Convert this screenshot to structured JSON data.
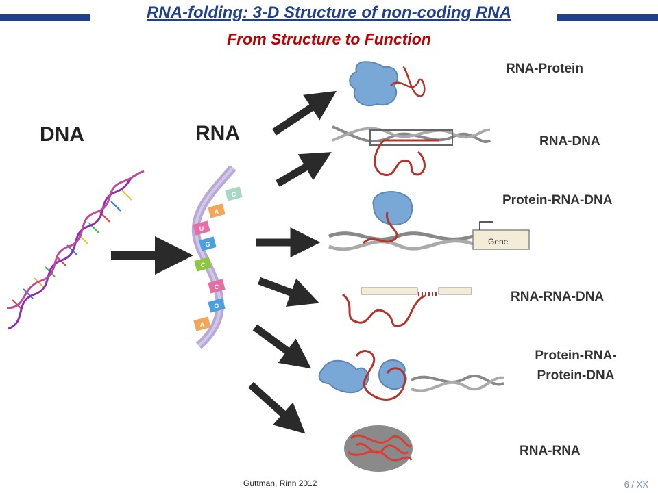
{
  "header": {
    "title": "RNA-folding: 3-D Structure of non-coding RNA",
    "subtitle": "From Structure to Function",
    "bar_color": "#1f3f8f",
    "title_color": "#1f3f8f",
    "subtitle_color": "#c00000"
  },
  "left": {
    "dna_label": "DNA",
    "rna_label": "RNA",
    "bases": [
      "C",
      "A",
      "U",
      "G",
      "C",
      "C",
      "G",
      "A"
    ]
  },
  "interactions": [
    {
      "label_line1": "RNA-Protein",
      "label_line2": ""
    },
    {
      "label_line1": "RNA-DNA",
      "label_line2": ""
    },
    {
      "label_line1": "Protein-RNA-DNA",
      "label_line2": ""
    },
    {
      "label_line1": "RNA-RNA-DNA",
      "label_line2": ""
    },
    {
      "label_line1": "Protein-RNA-",
      "label_line2": "Protein-DNA"
    },
    {
      "label_line1": "RNA-RNA",
      "label_line2": ""
    }
  ],
  "gene_label": "Gene",
  "footer": {
    "citation": "Guttman, Rinn 2012",
    "page": "6 / XX"
  },
  "colors": {
    "rna": "#b5332b",
    "protein": "#6b9fd4",
    "dna": "#888888",
    "arrow": "#2a2a2a"
  }
}
